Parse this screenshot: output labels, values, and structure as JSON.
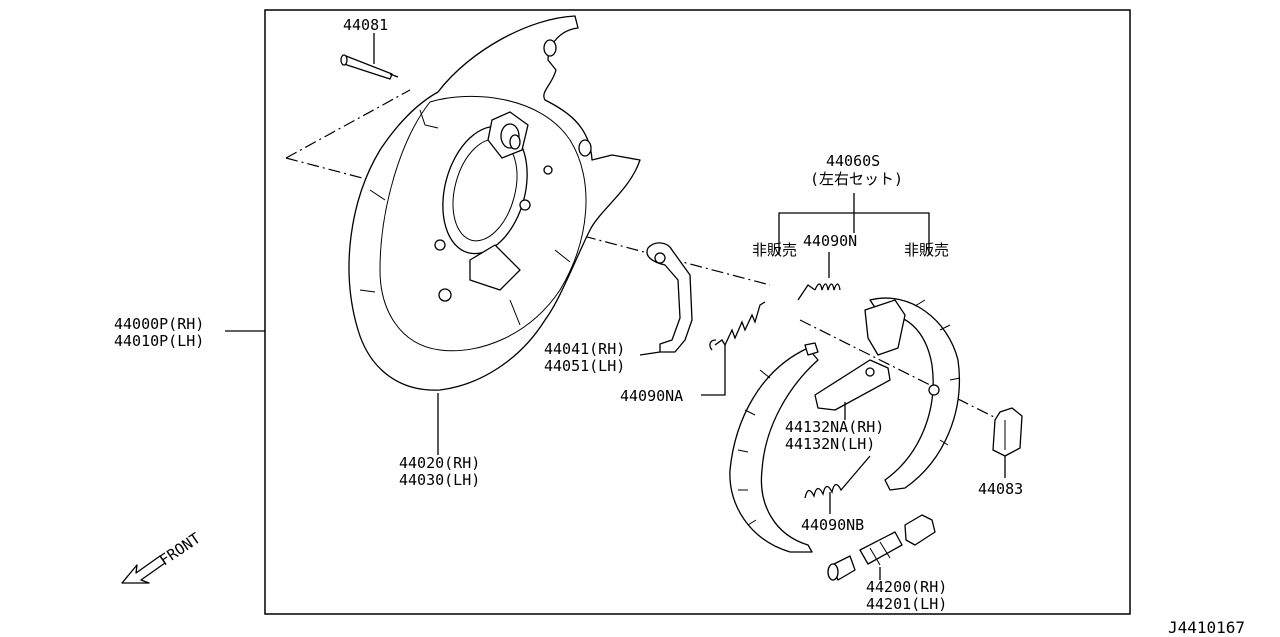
{
  "diagram_code": "J4410167",
  "front_label": "FRONT",
  "callouts": {
    "bolt": "44081",
    "backing_plate_rh": "44000P(RH)",
    "backing_plate_lh": "44010P(LH)",
    "dust_shield_rh": "44020(RH)",
    "dust_shield_lh": "44030(LH)",
    "lever_rh": "44041(RH)",
    "lever_lh": "44051(LH)",
    "spring_na": "44090NA",
    "shoe_set": "44060S",
    "shoe_set_note": "(左右セット)",
    "not_sold_left": "非販売",
    "not_sold_right": "非販売",
    "spring_n": "44090N",
    "strut_rh": "44132NA(RH)",
    "strut_lh": "44132N(LH)",
    "spring_nb": "44090NB",
    "adjuster_rh": "44200(RH)",
    "adjuster_lh": "44201(LH)",
    "clip": "44083"
  }
}
